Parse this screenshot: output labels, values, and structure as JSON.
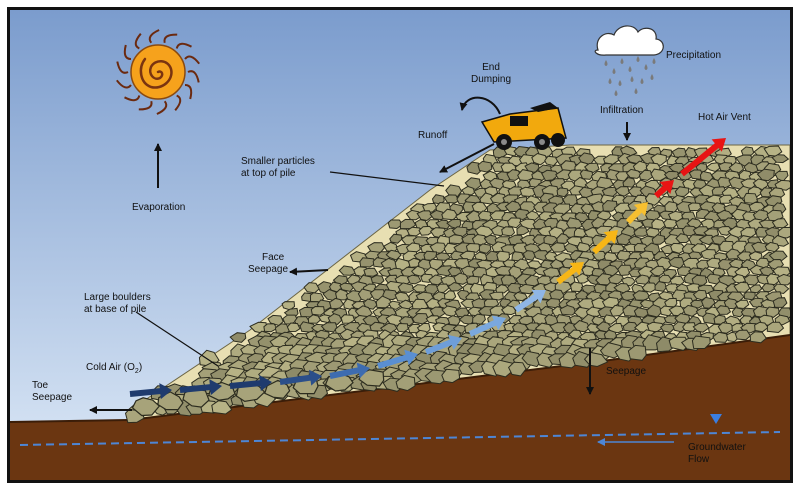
{
  "labels": {
    "evaporation": "Evaporation",
    "end_dumping_line1": "End",
    "end_dumping_line2": "Dumping",
    "precipitation": "Precipitation",
    "infiltration": "Infiltration",
    "runoff": "Runoff",
    "hot_air_vent": "Hot Air Vent",
    "smaller_particles_line1": "Smaller particles",
    "smaller_particles_line2": "at top of pile",
    "face_seepage_line1": "Face",
    "face_seepage_line2": "Seepage",
    "large_boulders_line1": "Large boulders",
    "large_boulders_line2": "at base of pile",
    "cold_air_prefix": "Cold Air (O",
    "cold_air_sub": "2",
    "cold_air_suffix": ")",
    "toe_seepage_line1": "Toe",
    "toe_seepage_line2": "Seepage",
    "seepage": "Seepage",
    "groundwater_line1": "Groundwater",
    "groundwater_line2": "Flow"
  },
  "icons": {
    "sun": "sun-icon",
    "cloud": "rain-cloud-icon",
    "truck": "haul-truck-icon",
    "water_table": "water-table-marker-icon"
  },
  "colors": {
    "sky_top": "#7d9fd0",
    "sky_bottom": "#dbe8f7",
    "pile_fill": "#e8dfb2",
    "rock_fill": "#a7a37a",
    "rock_edge": "#2c2c1f",
    "ground": "#6b3611",
    "groundwater_dash": "#4d86d6",
    "sun": "#f6a21c",
    "airflow_cold": "#1f3b6e",
    "airflow_mid": "#6e9ed9",
    "airflow_warm": "#f7b616",
    "airflow_hot": "#e81414"
  }
}
